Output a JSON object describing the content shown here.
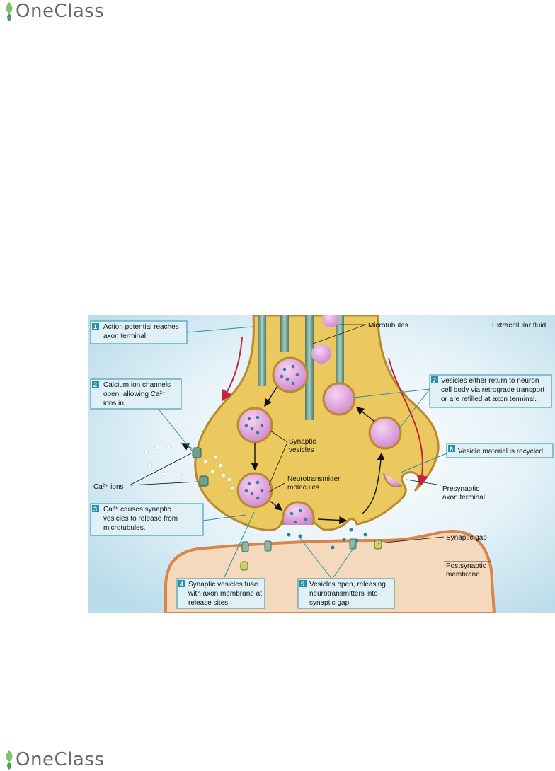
{
  "brand": {
    "name": "OneClass"
  },
  "diagram": {
    "steps": [
      {
        "number": "1",
        "text": [
          "Action potential reaches",
          "axon terminal."
        ]
      },
      {
        "number": "2",
        "text": [
          "Calcium ion channels",
          "open, allowing Ca²⁺",
          "ions in."
        ]
      },
      {
        "number": "3",
        "text": [
          "Ca²⁺ causes synaptic",
          "vesicles to release from",
          "microtubules."
        ]
      },
      {
        "number": "4",
        "text": [
          "Synaptic vesicles fuse",
          "with axon membrane at",
          "release sites."
        ]
      },
      {
        "number": "5",
        "text": [
          "Vesicles open, releasing",
          "neurotransmitters into",
          "synaptic gap."
        ]
      },
      {
        "number": "6",
        "text": [
          "Vesicle material is recycled."
        ]
      },
      {
        "number": "7",
        "text": [
          "Vesicles either return to neuron",
          "cell body via retrograde transport",
          "or are refilled at axon terminal."
        ]
      }
    ],
    "labels": {
      "microtubules": "Microtubules",
      "extracellular_fluid": "Extracellular fluid",
      "synaptic_vesicles": [
        "Synaptic",
        "vesicles"
      ],
      "neurotransmitter_molecules": [
        "Neurotransmitter",
        "molecules"
      ],
      "ca_ions": "Ca²⁺ ions",
      "presynaptic": [
        "Presynaptic",
        "axon terminal"
      ],
      "synaptic_gap": "Synaptic gap",
      "postsynaptic": [
        "Postsynaptic",
        "membrane"
      ]
    },
    "colors": {
      "background": "#d6ebf3",
      "terminal_fill": "#ecc95f",
      "terminal_stroke": "#b8892f",
      "vesicle_fill": "#e7a5e2",
      "neurotransmitter": "#2f7fa1",
      "step_badge": "#2a8fa6",
      "step_box": "#dff1f7",
      "postsynaptic_fill": "#f5d9bd",
      "postsynaptic_stroke": "#d9844a",
      "arrow_red": "#c0263a",
      "microtubule": "#6f9c8b"
    }
  }
}
